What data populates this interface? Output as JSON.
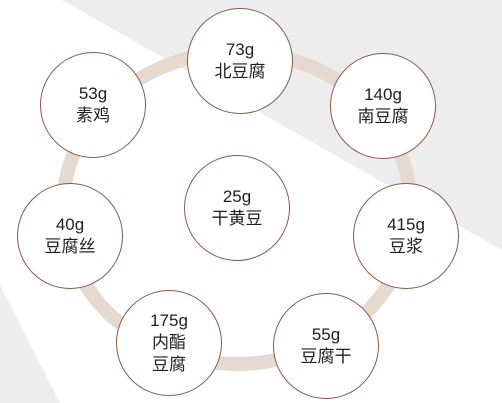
{
  "colors": {
    "background": "#ededed",
    "background_light": "#ffffff",
    "ring": "#e6d9d0",
    "node_border": "#8a5b4d",
    "node_fill": "#ffffff",
    "text": "#1f1f1f"
  },
  "center": {
    "amount": "25g",
    "name_lines": [
      "干黄豆"
    ]
  },
  "items": [
    {
      "amount": "73g",
      "name_lines": [
        "北豆腐"
      ]
    },
    {
      "amount": "140g",
      "name_lines": [
        "南豆腐"
      ]
    },
    {
      "amount": "415g",
      "name_lines": [
        "豆浆"
      ]
    },
    {
      "amount": "55g",
      "name_lines": [
        "豆腐干"
      ]
    },
    {
      "amount": "175g",
      "name_lines": [
        "内酯",
        "豆腐"
      ]
    },
    {
      "amount": "40g",
      "name_lines": [
        "豆腐丝"
      ]
    },
    {
      "amount": "53g",
      "name_lines": [
        "素鸡"
      ]
    }
  ]
}
